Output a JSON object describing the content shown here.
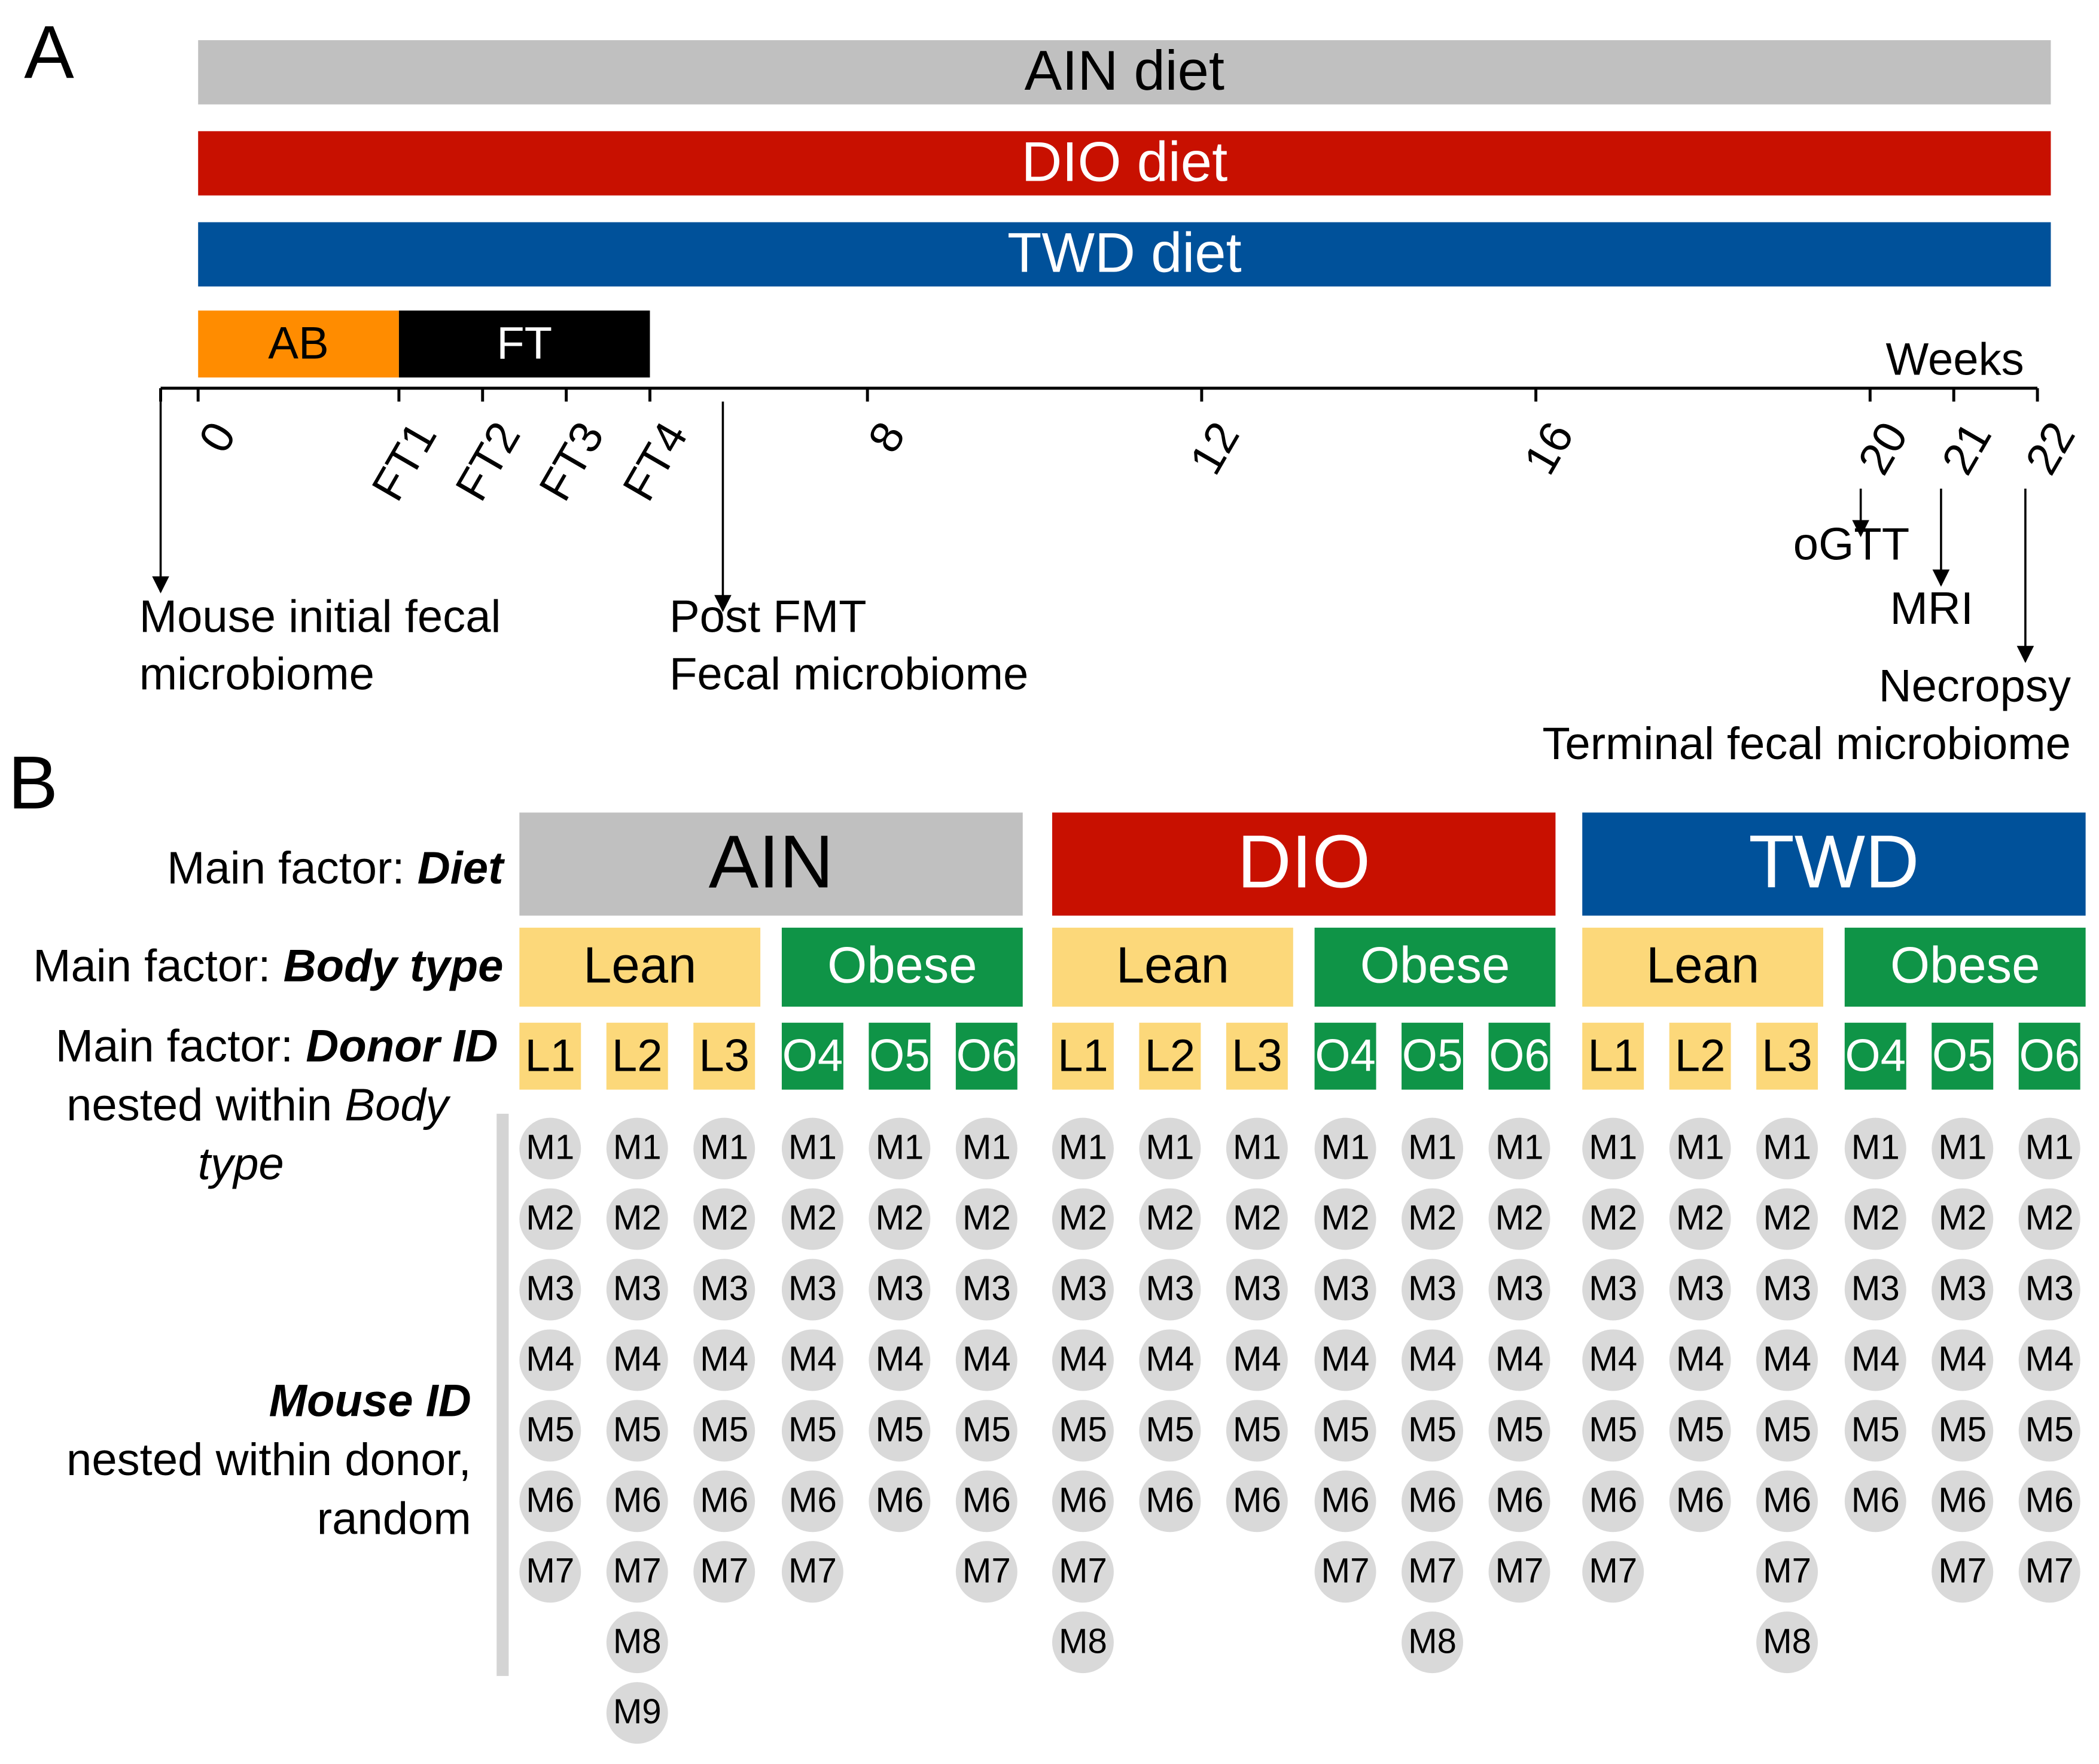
{
  "panel_a": {
    "label": "A",
    "diet_bars": [
      {
        "label": "AIN diet",
        "color": "#c0c0c0",
        "text_color": "#000000"
      },
      {
        "label": "DIO diet",
        "color": "#c81000",
        "text_color": "#ffffff"
      },
      {
        "label": "TWD diet",
        "color": "#00519a",
        "text_color": "#ffffff"
      }
    ],
    "phases": [
      {
        "label": "AB",
        "color": "#ff8c00",
        "text_color": "#000000"
      },
      {
        "label": "FT",
        "color": "#000000",
        "text_color": "#ffffff"
      }
    ],
    "axis_unit": "Weeks",
    "ticks": [
      {
        "label": "0",
        "week": 0
      },
      {
        "label": "FT1",
        "week": 2.4
      },
      {
        "label": "FT2",
        "week": 3.4
      },
      {
        "label": "FT3",
        "week": 4.4
      },
      {
        "label": "FT4",
        "week": 5.4
      },
      {
        "label": "8",
        "week": 8
      },
      {
        "label": "12",
        "week": 12
      },
      {
        "label": "16",
        "week": 16
      },
      {
        "label": "20",
        "week": 20
      },
      {
        "label": "21",
        "week": 21
      },
      {
        "label": "22",
        "week": 22
      }
    ],
    "events": [
      {
        "lines": [
          "Mouse initial fecal",
          "microbiome"
        ]
      },
      {
        "lines": [
          "Post FMT",
          "Fecal microbiome"
        ]
      },
      {
        "lines": [
          "oGTT"
        ]
      },
      {
        "lines": [
          "MRI"
        ]
      },
      {
        "lines": [
          "Necropsy",
          "Terminal fecal microbiome"
        ]
      }
    ]
  },
  "panel_b": {
    "label": "B",
    "factors": {
      "diet": {
        "prefix": "Main factor: ",
        "emph": "Diet"
      },
      "body": {
        "prefix": "Main factor: ",
        "emph": "Body type"
      },
      "donor": {
        "prefix": "Main factor: ",
        "emph": "Donor ID",
        "line2_prefix": "nested within ",
        "line2_emph": "Body",
        "line3_emph": "type"
      },
      "mouse": {
        "emph": "Mouse ID",
        "line2": "nested within donor,",
        "line3": "random"
      }
    },
    "colors": {
      "lean": "#fcd87a",
      "obese": "#0f9447",
      "mouse_circle": "#d9d9d9"
    },
    "diets": [
      {
        "name": "AIN",
        "color": "#c0c0c0",
        "text_color": "#000000",
        "body_types": [
          {
            "name": "Lean",
            "kind": "lean",
            "donors": [
              {
                "id": "L1",
                "mice": [
                  "M1",
                  "M2",
                  "M3",
                  "M4",
                  "M5",
                  "M6",
                  "M7"
                ]
              },
              {
                "id": "L2",
                "mice": [
                  "M1",
                  "M2",
                  "M3",
                  "M4",
                  "M5",
                  "M6",
                  "M7",
                  "M8",
                  "M9"
                ]
              },
              {
                "id": "L3",
                "mice": [
                  "M1",
                  "M2",
                  "M3",
                  "M4",
                  "M5",
                  "M6",
                  "M7"
                ]
              }
            ]
          },
          {
            "name": "Obese",
            "kind": "obese",
            "donors": [
              {
                "id": "O4",
                "mice": [
                  "M1",
                  "M2",
                  "M3",
                  "M4",
                  "M5",
                  "M6",
                  "M7"
                ]
              },
              {
                "id": "O5",
                "mice": [
                  "M1",
                  "M2",
                  "M3",
                  "M4",
                  "M5",
                  "M6"
                ]
              },
              {
                "id": "O6",
                "mice": [
                  "M1",
                  "M2",
                  "M3",
                  "M4",
                  "M5",
                  "M6",
                  "M7"
                ]
              }
            ]
          }
        ]
      },
      {
        "name": "DIO",
        "color": "#c81000",
        "text_color": "#ffffff",
        "body_types": [
          {
            "name": "Lean",
            "kind": "lean",
            "donors": [
              {
                "id": "L1",
                "mice": [
                  "M1",
                  "M2",
                  "M3",
                  "M4",
                  "M5",
                  "M6",
                  "M7",
                  "M8"
                ]
              },
              {
                "id": "L2",
                "mice": [
                  "M1",
                  "M2",
                  "M3",
                  "M4",
                  "M5",
                  "M6"
                ]
              },
              {
                "id": "L3",
                "mice": [
                  "M1",
                  "M2",
                  "M3",
                  "M4",
                  "M5",
                  "M6"
                ]
              }
            ]
          },
          {
            "name": "Obese",
            "kind": "obese",
            "donors": [
              {
                "id": "O4",
                "mice": [
                  "M1",
                  "M2",
                  "M3",
                  "M4",
                  "M5",
                  "M6",
                  "M7"
                ]
              },
              {
                "id": "O5",
                "mice": [
                  "M1",
                  "M2",
                  "M3",
                  "M4",
                  "M5",
                  "M6",
                  "M7",
                  "M8"
                ]
              },
              {
                "id": "O6",
                "mice": [
                  "M1",
                  "M2",
                  "M3",
                  "M4",
                  "M5",
                  "M6",
                  "M7"
                ]
              }
            ]
          }
        ]
      },
      {
        "name": "TWD",
        "color": "#00519a",
        "text_color": "#ffffff",
        "body_types": [
          {
            "name": "Lean",
            "kind": "lean",
            "donors": [
              {
                "id": "L1",
                "mice": [
                  "M1",
                  "M2",
                  "M3",
                  "M4",
                  "M5",
                  "M6",
                  "M7"
                ]
              },
              {
                "id": "L2",
                "mice": [
                  "M1",
                  "M2",
                  "M3",
                  "M4",
                  "M5",
                  "M6"
                ]
              },
              {
                "id": "L3",
                "mice": [
                  "M1",
                  "M2",
                  "M3",
                  "M4",
                  "M5",
                  "M6",
                  "M7",
                  "M8"
                ]
              }
            ]
          },
          {
            "name": "Obese",
            "kind": "obese",
            "donors": [
              {
                "id": "O4",
                "mice": [
                  "M1",
                  "M2",
                  "M3",
                  "M4",
                  "M5",
                  "M6"
                ]
              },
              {
                "id": "O5",
                "mice": [
                  "M1",
                  "M2",
                  "M3",
                  "M4",
                  "M5",
                  "M6",
                  "M7"
                ]
              },
              {
                "id": "O6",
                "mice": [
                  "M1",
                  "M2",
                  "M3",
                  "M4",
                  "M5",
                  "M6",
                  "M7"
                ]
              }
            ]
          }
        ]
      }
    ]
  }
}
